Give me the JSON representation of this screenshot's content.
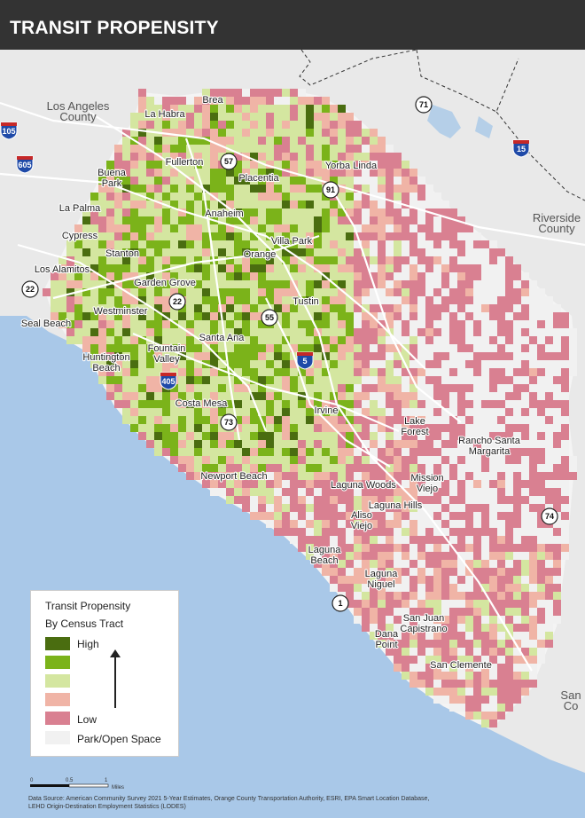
{
  "title": "TRANSIT PROPENSITY",
  "colors": {
    "ocean": "#a9c8e8",
    "land": "#e9e9e9",
    "county": "#f4f4f4",
    "water": "#b5cfe8",
    "high": "#4a6d10",
    "mid_high": "#7bb31a",
    "mid": "#d4e6a0",
    "mid_low": "#f0b4a6",
    "low": "#d98091",
    "open_space": "#f1f1f1"
  },
  "regions": {
    "la_county": "Los Angeles\nCounty",
    "riverside_county": "Riverside\nCounty",
    "san_diego_partial": "San\nCo"
  },
  "cities": [
    {
      "name": "Brea"
    },
    {
      "name": "La Habra"
    },
    {
      "name": "Fullerton"
    },
    {
      "name": "Placentia"
    },
    {
      "name": "Yorba Linda"
    },
    {
      "name": "Buena\nPark"
    },
    {
      "name": "La Palma"
    },
    {
      "name": "Anaheim"
    },
    {
      "name": "Cypress"
    },
    {
      "name": "Villa Park"
    },
    {
      "name": "Stanton"
    },
    {
      "name": "Orange"
    },
    {
      "name": "Los Alamitos"
    },
    {
      "name": "Garden Grove"
    },
    {
      "name": "Tustin"
    },
    {
      "name": "Seal Beach"
    },
    {
      "name": "Westminster"
    },
    {
      "name": "Santa Ana"
    },
    {
      "name": "Fountain\nValley"
    },
    {
      "name": "Huntington\nBeach"
    },
    {
      "name": "Costa Mesa"
    },
    {
      "name": "Irvine"
    },
    {
      "name": "Lake\nForest"
    },
    {
      "name": "Rancho Santa\nMargarita"
    },
    {
      "name": "Newport Beach"
    },
    {
      "name": "Laguna Woods"
    },
    {
      "name": "Mission\nViejo"
    },
    {
      "name": "Laguna Hills"
    },
    {
      "name": "Aliso\nViejo"
    },
    {
      "name": "Laguna\nBeach"
    },
    {
      "name": "Laguna\nNiguel"
    },
    {
      "name": "San Juan\nCapistrano"
    },
    {
      "name": "Dana\nPoint"
    },
    {
      "name": "San Clemente"
    }
  ],
  "routes": [
    {
      "label": "105",
      "kind": "interstate"
    },
    {
      "label": "605",
      "kind": "interstate"
    },
    {
      "label": "15",
      "kind": "interstate"
    },
    {
      "label": "5",
      "kind": "interstate"
    },
    {
      "label": "405",
      "kind": "interstate"
    },
    {
      "label": "71",
      "kind": "state"
    },
    {
      "label": "57",
      "kind": "state"
    },
    {
      "label": "91",
      "kind": "state"
    },
    {
      "label": "22",
      "kind": "state"
    },
    {
      "label": "22",
      "kind": "state"
    },
    {
      "label": "55",
      "kind": "state"
    },
    {
      "label": "73",
      "kind": "state"
    },
    {
      "label": "74",
      "kind": "state"
    },
    {
      "label": "1",
      "kind": "state"
    }
  ],
  "legend": {
    "title": "Transit Propensity",
    "subtitle": "By Census Tract",
    "high_label": "High",
    "low_label": "Low",
    "open_space_label": "Park/Open Space",
    "levels": [
      {
        "level": "high",
        "label": "High"
      },
      {
        "level": "mid_high",
        "label": ""
      },
      {
        "level": "mid",
        "label": ""
      },
      {
        "level": "mid_low",
        "label": ""
      },
      {
        "level": "low",
        "label": "Low"
      },
      {
        "level": "open_space",
        "label": "Park/Open Space"
      }
    ]
  },
  "scale": {
    "ticks": [
      "0",
      "0.5",
      "1"
    ],
    "unit": "Miles"
  },
  "source": "Data Source: American Community Survey 2021 5-Year Estimates, Orange County Transportation Authority, ESRI, EPA Smart Location Database, LEHD Origin-Destination Employment Statistics (LODES)"
}
